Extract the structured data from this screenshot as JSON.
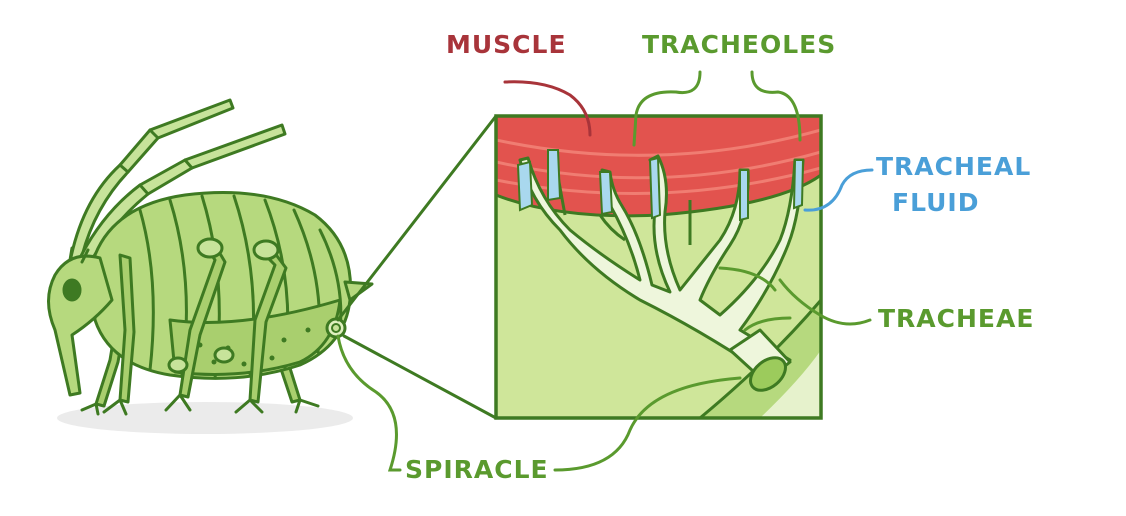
{
  "labels": {
    "muscle": "MUSCLE",
    "tracheoles": "TRACHEOLES",
    "tracheal_fluid_line1": "TRACHEAL",
    "tracheal_fluid_line2": "FLUID",
    "trachea": "TRACHEAE",
    "spiracle": "SPIRACLE"
  },
  "colors": {
    "label_green": "#5a9a2e",
    "label_red": "#a8343a",
    "label_blue": "#4a9fd8",
    "outline_green": "#3e7a22",
    "body_green": "#b6d97e",
    "muscle_red": "#e2534e",
    "tissue_green": "#cfe69a",
    "trachea_light": "#eef6dc",
    "fluid_blue": "#a9d8ee"
  }
}
